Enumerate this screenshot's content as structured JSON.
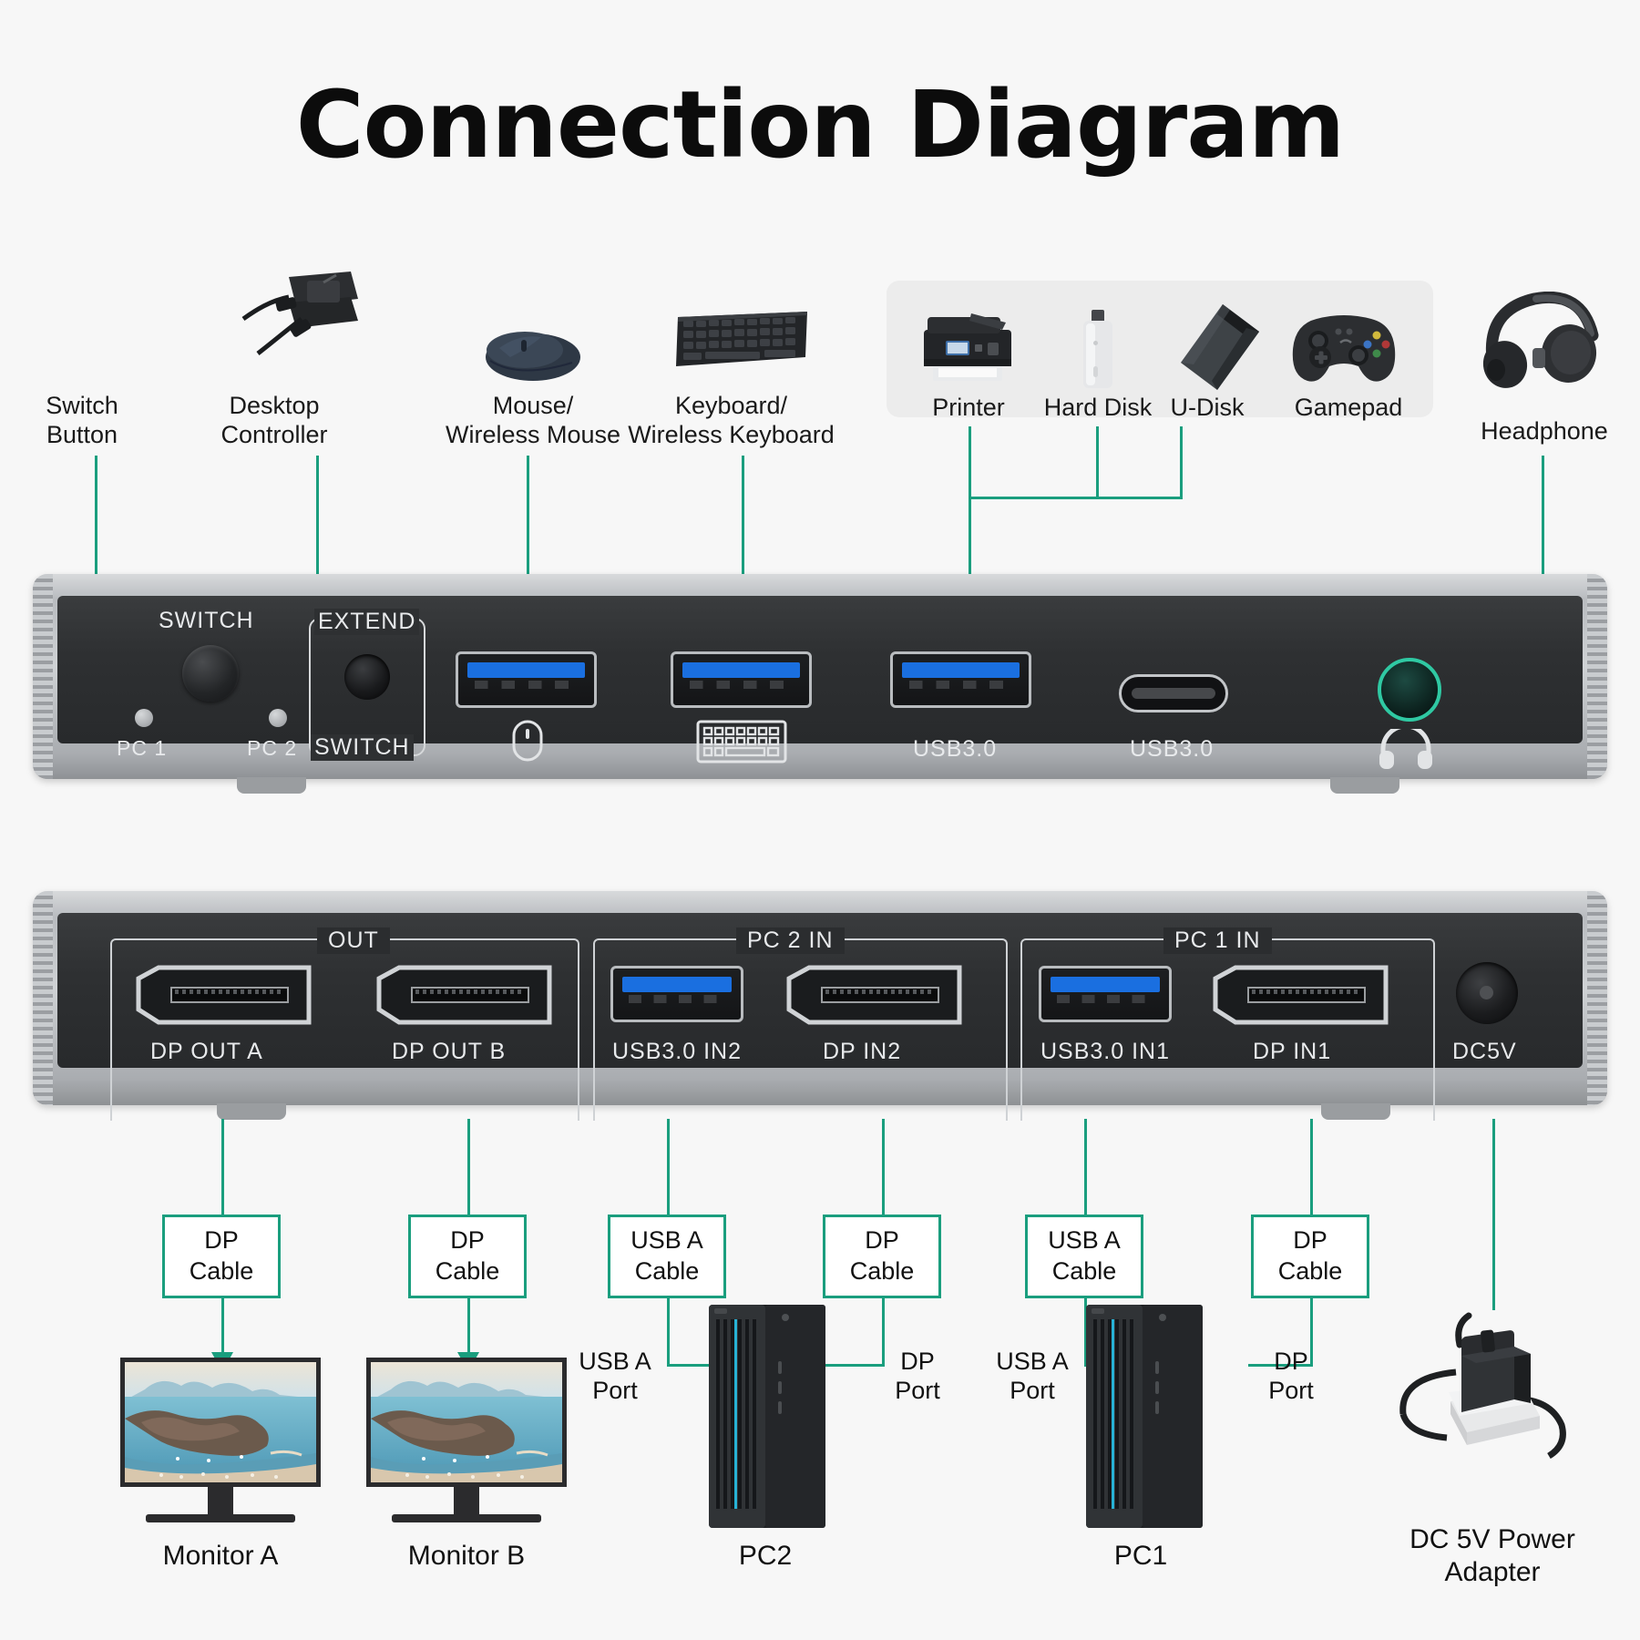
{
  "page": {
    "title": "Connection Diagram",
    "accent_color": "#1a9e7e",
    "background_color": "#f7f7f7",
    "usb_blue": "#1a6fe0"
  },
  "top_devices": [
    {
      "name": "switch-button",
      "label": "Switch\nButton",
      "icon": "none"
    },
    {
      "name": "desktop-controller",
      "label": "Desktop\nController",
      "icon": "desktop-controller-icon"
    },
    {
      "name": "mouse",
      "label": "Mouse/\nWireless Mouse",
      "icon": "mouse-icon"
    },
    {
      "name": "keyboard",
      "label": "Keyboard/\nWireless Keyboard",
      "icon": "keyboard-icon"
    },
    {
      "name": "printer",
      "label": "Printer",
      "icon": "printer-icon"
    },
    {
      "name": "hard-disk",
      "label": "Hard Disk",
      "icon": "hard-disk-icon"
    },
    {
      "name": "u-disk",
      "label": "U-Disk",
      "icon": "u-disk-icon"
    },
    {
      "name": "gamepad",
      "label": "Gamepad",
      "icon": "gamepad-icon"
    },
    {
      "name": "headphone",
      "label": "Headphone",
      "icon": "headphone-icon"
    }
  ],
  "front_panel": {
    "switch_title": "SWITCH",
    "extend_title": "EXTEND",
    "extend_sub": "SWITCH",
    "led_pc1": "PC 1",
    "led_pc2": "PC 2",
    "ports": [
      {
        "name": "usb-mouse-port",
        "type": "usb-a",
        "label": "",
        "icon": "mouse-icon"
      },
      {
        "name": "usb-keyboard-port",
        "type": "usb-a",
        "label": "",
        "icon": "keyboard-icon"
      },
      {
        "name": "usb3-a-port",
        "type": "usb-a",
        "label": "USB3.0",
        "icon": ""
      },
      {
        "name": "usb3-c-port",
        "type": "usb-c",
        "label": "USB3.0",
        "icon": ""
      },
      {
        "name": "headphone-jack",
        "type": "jack",
        "label": "",
        "icon": "headphone-icon"
      }
    ]
  },
  "rear_panel": {
    "sections": [
      {
        "name": "section-out",
        "title": "OUT"
      },
      {
        "name": "section-pc2-in",
        "title": "PC 2 IN"
      },
      {
        "name": "section-pc1-in",
        "title": "PC 1 IN"
      }
    ],
    "ports": [
      {
        "name": "dp-out-a",
        "type": "dp",
        "label": "DP OUT A"
      },
      {
        "name": "dp-out-b",
        "type": "dp",
        "label": "DP OUT B"
      },
      {
        "name": "usb3-in2",
        "type": "usb-a",
        "label": "USB3.0 IN2"
      },
      {
        "name": "dp-in2",
        "type": "dp",
        "label": "DP IN2"
      },
      {
        "name": "usb3-in1",
        "type": "usb-a",
        "label": "USB3.0 IN1"
      },
      {
        "name": "dp-in1",
        "type": "dp",
        "label": "DP IN1"
      },
      {
        "name": "dc5v-jack",
        "type": "dc",
        "label": "DC5V"
      }
    ]
  },
  "cable_boxes": [
    {
      "name": "cable-dp-a",
      "label": "DP\nCable"
    },
    {
      "name": "cable-dp-b",
      "label": "DP\nCable"
    },
    {
      "name": "cable-usb-a-2",
      "label": "USB A\nCable"
    },
    {
      "name": "cable-dp-in2",
      "label": "DP\nCable"
    },
    {
      "name": "cable-usb-a-1",
      "label": "USB A\nCable"
    },
    {
      "name": "cable-dp-in1",
      "label": "DP\nCable"
    }
  ],
  "bottom_devices": [
    {
      "name": "monitor-a",
      "label": "Monitor A"
    },
    {
      "name": "monitor-b",
      "label": "Monitor B"
    },
    {
      "name": "pc2",
      "label": "PC2"
    },
    {
      "name": "pc1",
      "label": "PC1"
    },
    {
      "name": "dc-5v-power-adapter",
      "label": "DC 5V Power\nAdapter"
    }
  ],
  "port_callouts": [
    {
      "name": "pc2-usb-a-port",
      "label": "USB A\nPort"
    },
    {
      "name": "pc2-dp-port",
      "label": "DP\nPort"
    },
    {
      "name": "pc1-usb-a-port",
      "label": "USB A\nPort"
    },
    {
      "name": "pc1-dp-port",
      "label": "DP\nPort"
    }
  ]
}
